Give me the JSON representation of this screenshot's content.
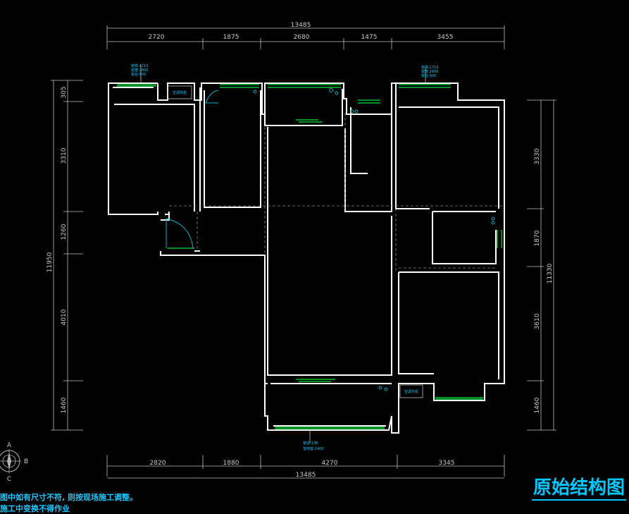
{
  "drawing": {
    "title": "原始结构图",
    "notes": [
      "图中如有尺寸不符, 则按现场施工调整。",
      "施工中变换不得作业"
    ],
    "top_dims": {
      "total": "13485",
      "segments": [
        "2720",
        "1875",
        "2680",
        "1475",
        "3455"
      ]
    },
    "bottom_dims": {
      "total": "13485",
      "segments": [
        "2820",
        "1880",
        "4270",
        "3345"
      ]
    },
    "left_dims": {
      "total": "11950",
      "segments": [
        "305",
        "3310",
        "1260",
        "4010",
        "1460"
      ]
    },
    "right_dims": {
      "total": "11330",
      "segments": [
        "3330",
        "1870",
        "3610",
        "1460"
      ]
    },
    "compass": {
      "north": "A",
      "east": "B",
      "south": "C"
    },
    "labels": {
      "ac_hole_1": "空调外机",
      "ac_hole_2": "空调外机",
      "window_note_tl": "窗高:1710",
      "window_note_tr": "窗高:1710",
      "window_note_bottom": "窗台:138"
    }
  },
  "colors": {
    "background": "#000000",
    "walls": "#ffffff",
    "windows": "#00e640",
    "annotations": "#19c8ff"
  }
}
